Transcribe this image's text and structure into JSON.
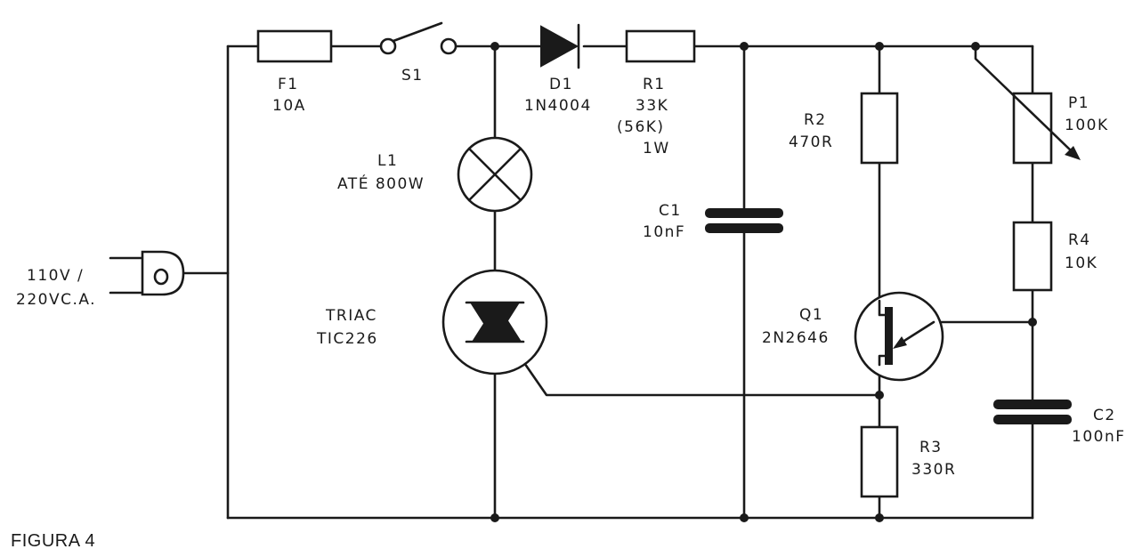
{
  "figure_label": "FIGURA 4",
  "components": {
    "power": {
      "line1": "110V /",
      "line2": "220VC.A."
    },
    "fuse": {
      "ref": "F1",
      "value": "10A"
    },
    "switch": {
      "ref": "S1"
    },
    "diode": {
      "ref": "D1",
      "value": "1N4004"
    },
    "r1": {
      "ref": "R1",
      "value": "33K",
      "alt": "(56K)",
      "power": "1W"
    },
    "lamp": {
      "ref": "L1",
      "value": "ATÉ 800W"
    },
    "triac": {
      "ref": "TRIAC",
      "value": "TIC226"
    },
    "c1": {
      "ref": "C1",
      "value": "10nF"
    },
    "r2": {
      "ref": "R2",
      "value": "470R"
    },
    "q1": {
      "ref": "Q1",
      "value": "2N2646"
    },
    "r3": {
      "ref": "R3",
      "value": "330R"
    },
    "p1": {
      "ref": "P1",
      "value": "100K"
    },
    "r4": {
      "ref": "R4",
      "value": "10K"
    },
    "c2": {
      "ref": "C2",
      "value": "100nF"
    }
  }
}
